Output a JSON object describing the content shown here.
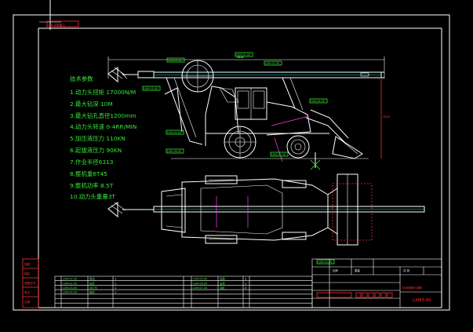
{
  "drawing": {
    "title_tag": "GB-中国重工",
    "heading": "技术参数",
    "specs": [
      "1.动力头扭矩 17000N/M",
      "2.最大钻深 10M",
      "3.最大钻孔直径1200mm",
      "4.动力头转速 0-4RR/MIN",
      "5.加压液压力 110KN",
      "6.起拔液压力 90KN",
      "7.作业半径6313",
      "8.整机重6T45",
      "9.整机功率 8.5T",
      "10.动力头重量3T"
    ],
    "overall_dim": "5954",
    "right_dim": "3800",
    "callouts": [
      "LXM-00-00",
      "LXM-01-00",
      "LXM-02-00",
      "LXM-03-00",
      "LXM-04-00",
      "LXM-05-00",
      "LXM-06-00",
      "LXM-07-00"
    ],
    "drawing_no": "LXM3-00",
    "company": "技术规格与参数",
    "side_stamp": [
      "描图",
      "描校",
      "底图总号",
      "签字",
      "日期"
    ],
    "scale_label": "比例",
    "weight_label": "重量",
    "sheet_label": "共 张"
  },
  "parts_table": {
    "rows": [
      [
        "LXM-01-00",
        "整机",
        "1"
      ],
      [
        "LXM-02-00",
        "钻杆",
        "1"
      ],
      [
        "LXM-03-00",
        "动力头",
        "1"
      ],
      [
        "LXM-04-00",
        "链轮",
        "1"
      ],
      [
        "LXM-05-00",
        "底盘",
        "1"
      ],
      [
        "LXM-06-00",
        "支架",
        "1"
      ],
      [
        "LXM-07-00",
        "油缸",
        "2"
      ]
    ]
  },
  "colors": {
    "background": "#000000",
    "lines": "#ffffff",
    "text": "#39e639",
    "frame_accent": "#ff3030",
    "cyan": "#00e5e5",
    "magenta": "#ff40ff"
  }
}
